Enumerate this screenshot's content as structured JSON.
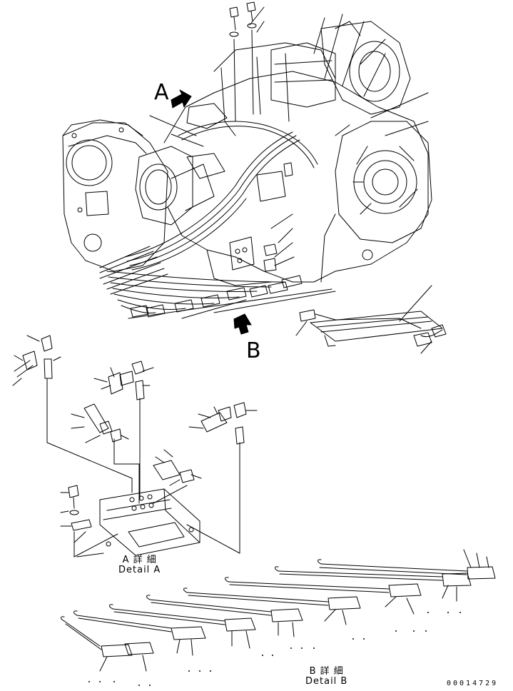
{
  "view_a": {
    "letter": "A"
  },
  "view_b": {
    "letter": "B"
  },
  "detail_a": {
    "jp": "A 詳 細",
    "en": "Detail A"
  },
  "detail_b": {
    "jp": "B 詳 細",
    "en": "Detail B"
  },
  "drawing_number": "00014729"
}
